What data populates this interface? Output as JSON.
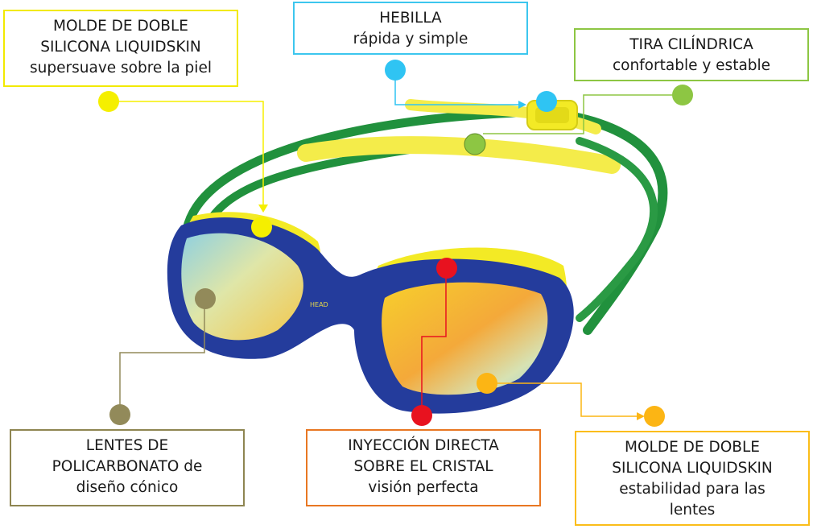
{
  "brand_mark": "HEAD",
  "callouts": {
    "mold_skin": {
      "lines": [
        "MOLDE DE DOBLE",
        "SILICONA LIQUIDSKIN",
        "supersuave sobre la piel"
      ],
      "color": "#f2ea00"
    },
    "buckle": {
      "lines": [
        "HEBILLA",
        "rápida y simple"
      ],
      "color": "#3cc6ee"
    },
    "strap": {
      "lines": [
        "TIRA CILÍNDRICA",
        "confortable y estable"
      ],
      "color": "#8dc643"
    },
    "lens": {
      "lines": [
        "LENTES DE",
        "POLICARBONATO de",
        "diseño cónico"
      ],
      "color": "#8e8551"
    },
    "injection": {
      "lines": [
        "INYECCIÓN DIRECTA",
        "SOBRE EL CRISTAL",
        "visión perfecta"
      ],
      "color": "#e87722"
    },
    "mold_lens": {
      "lines": [
        "MOLDE DE DOBLE",
        "SILICONA LIQUIDSKIN",
        "estabilidad para las",
        "lentes"
      ],
      "color": "#fbbd19"
    }
  },
  "marker_colors": {
    "mold_skin": "#f5ef00",
    "buckle": "#2fc4f3",
    "strap": "#8dc643",
    "lens": "#928a5a",
    "injection": "#e8121f",
    "mold_lens": "#fcb514"
  },
  "product_colors": {
    "frame": "#243c9c",
    "gasket": "#f3ea25",
    "strap": "#21913d",
    "strap_inner": "#f4ec4a"
  }
}
